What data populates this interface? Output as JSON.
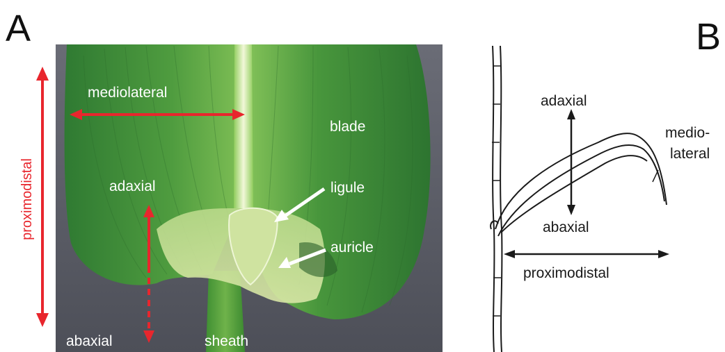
{
  "panels": {
    "a": {
      "letter": "A",
      "labels": {
        "mediolateral": "mediolateral",
        "proximodistal": "proximodistal",
        "blade": "blade",
        "adaxial": "adaxial",
        "ligule": "ligule",
        "auricle": "auricle",
        "abaxial": "abaxial",
        "sheath": "sheath"
      }
    },
    "b": {
      "letter": "B",
      "labels": {
        "adaxial": "adaxial",
        "abaxial": "abaxial",
        "medio": "medio-",
        "lateral": "lateral",
        "proximodistal": "proximodistal"
      }
    }
  },
  "colors": {
    "axis_arrow": "#e8262d",
    "pointer_arrow": "#ffffff",
    "photo_background": "#5a5c66",
    "leaf_green": "#3d8a3a",
    "line_drawing": "#1a1a1a"
  }
}
